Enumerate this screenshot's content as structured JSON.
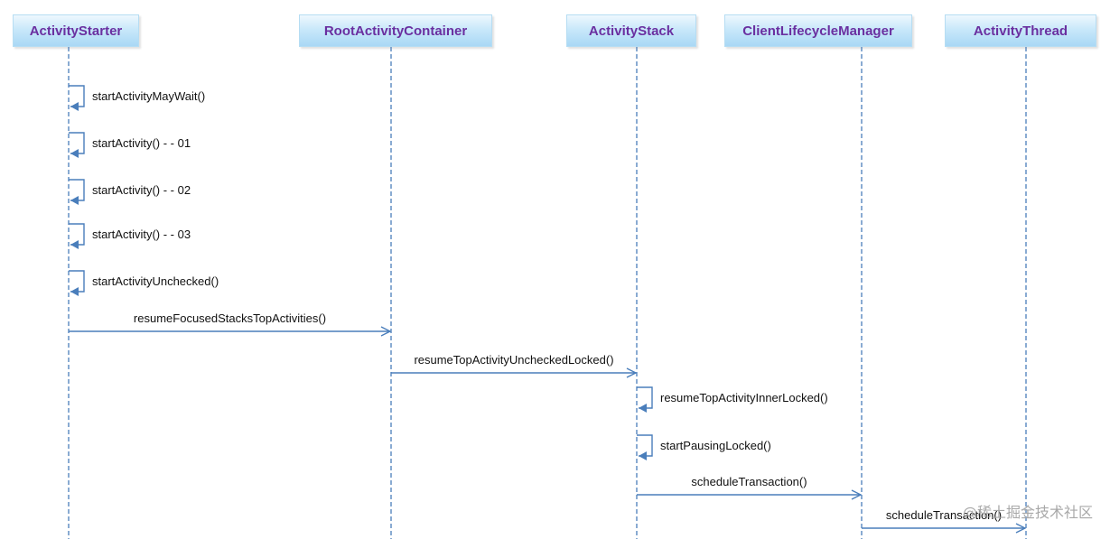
{
  "participants": [
    {
      "id": "p0",
      "name": "ActivityStarter"
    },
    {
      "id": "p1",
      "name": "RootActivityContainer"
    },
    {
      "id": "p2",
      "name": "ActivityStack"
    },
    {
      "id": "p3",
      "name": "ClientLifecycleManager"
    },
    {
      "id": "p4",
      "name": "ActivityThread"
    }
  ],
  "messages": [
    {
      "from": 0,
      "to": 0,
      "label": "startActivityMayWait()"
    },
    {
      "from": 0,
      "to": 0,
      "label": "startActivity() - - 01"
    },
    {
      "from": 0,
      "to": 0,
      "label": "startActivity() - - 02"
    },
    {
      "from": 0,
      "to": 0,
      "label": "startActivity() - - 03"
    },
    {
      "from": 0,
      "to": 0,
      "label": "startActivityUnchecked()"
    },
    {
      "from": 0,
      "to": 1,
      "label": "resumeFocusedStacksTopActivities()"
    },
    {
      "from": 1,
      "to": 2,
      "label": "resumeTopActivityUncheckedLocked()"
    },
    {
      "from": 2,
      "to": 2,
      "label": "resumeTopActivityInnerLocked()"
    },
    {
      "from": 2,
      "to": 2,
      "label": "startPausingLocked()"
    },
    {
      "from": 2,
      "to": 3,
      "label": "scheduleTransaction()"
    },
    {
      "from": 3,
      "to": 4,
      "label": "scheduleTransaction()"
    }
  ],
  "watermark": "@稀土掘金技术社区",
  "colors": {
    "arrow": "#4a7ebb",
    "lifeline": "#4a7ebb",
    "participant_text": "#6a2fa0"
  }
}
